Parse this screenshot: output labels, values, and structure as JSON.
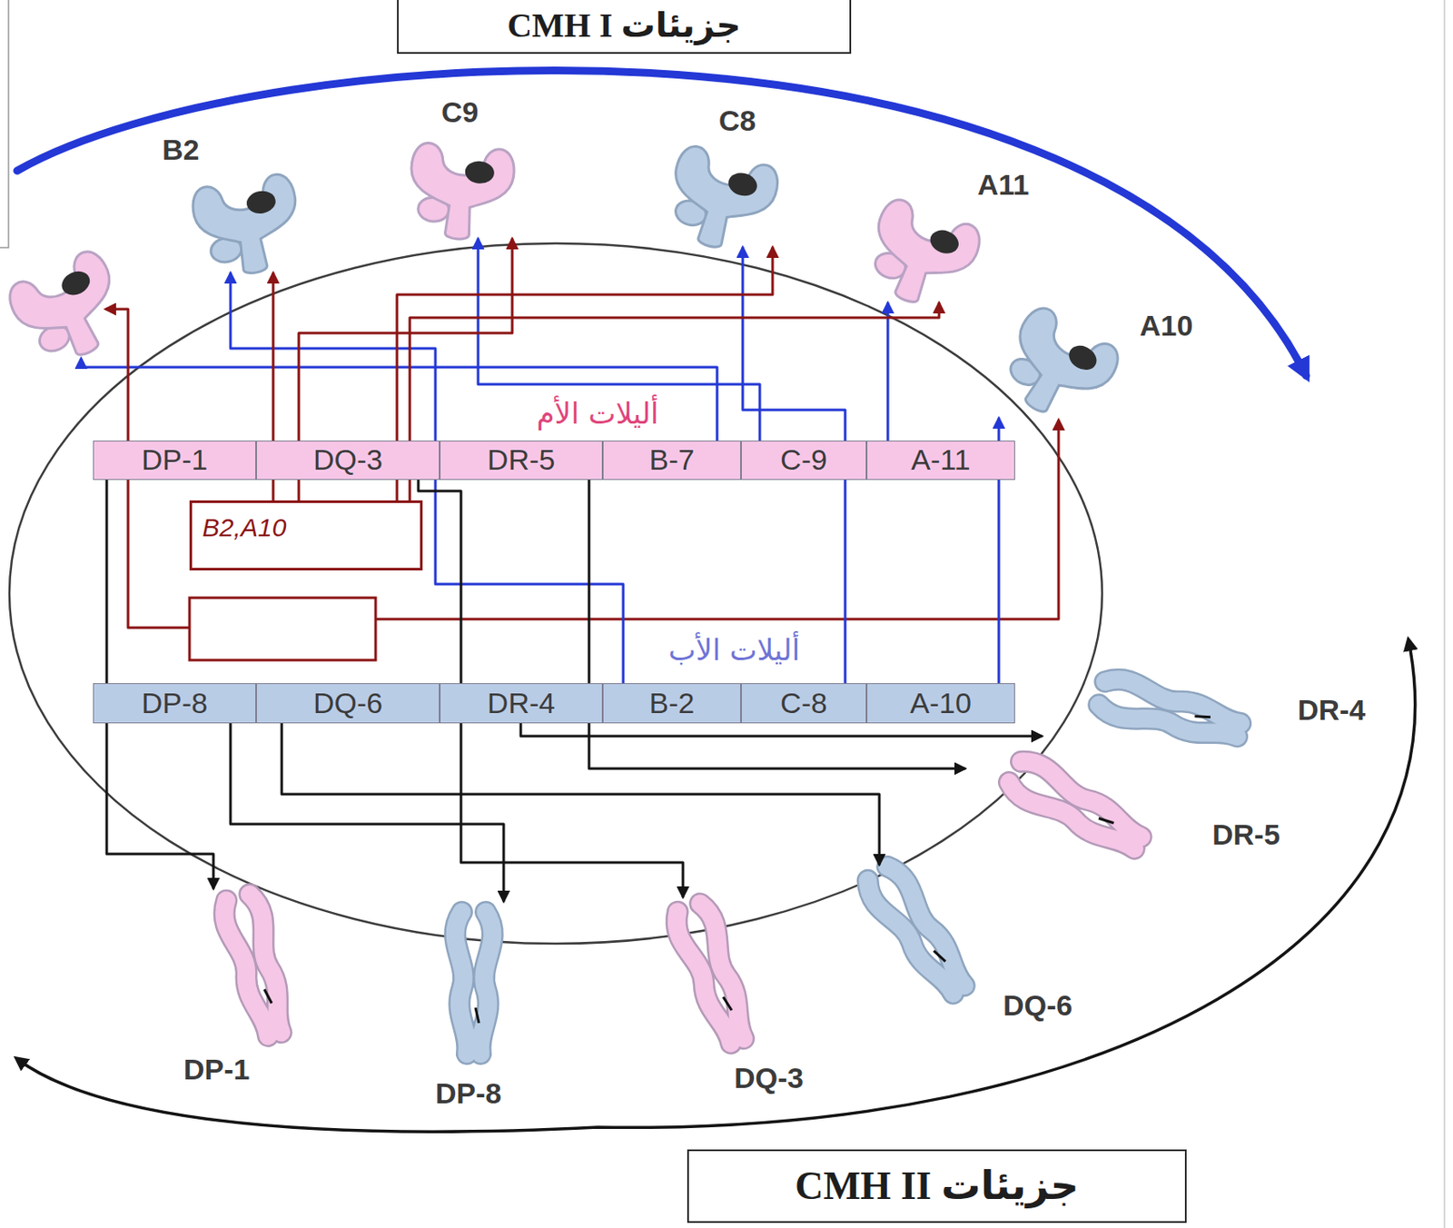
{
  "diagram": {
    "nodes": [
      {
        "text": [
          "جزيئات CMH I"
        ]
      },
      {
        "text": [
          "B2"
        ]
      },
      {
        "text": [
          "C9"
        ]
      },
      {
        "text": [
          "C8"
        ]
      },
      {
        "text": [
          "A11"
        ]
      },
      {
        "text": [
          "A10"
        ]
      },
      {
        "text": [
          "DP-1"
        ]
      },
      {
        "text": [
          "DQ-3"
        ]
      },
      {
        "text": [
          "DR-5"
        ]
      },
      {
        "text": [
          "B-7"
        ]
      },
      {
        "text": [
          "C-9"
        ]
      },
      {
        "text": [
          "A-11"
        ]
      },
      {
        "text": [
          "B2,A10"
        ]
      },
      {
        "text": [
          "DP-8"
        ]
      },
      {
        "text": [
          "DQ-6"
        ]
      },
      {
        "text": [
          "DR-4"
        ]
      },
      {
        "text": [
          "B-2"
        ]
      },
      {
        "text": [
          "C-8"
        ]
      },
      {
        "text": [
          "A-10"
        ]
      },
      {
        "text": [
          "DP-1"
        ]
      },
      {
        "text": [
          "DP-8"
        ]
      },
      {
        "text": [
          "DQ-3"
        ]
      },
      {
        "text": [
          "DQ-6"
        ]
      },
      {
        "text": [
          "DR-5"
        ]
      },
      {
        "text": [
          "DR-4"
        ]
      },
      {
        "text": [
          "جزيئات CMH II"
        ]
      }
    ],
    "edges": [
      {
        "from": 16,
        "to": 1,
        "arrow": "to"
      },
      {
        "from": 10,
        "to": 2,
        "arrow": "to"
      },
      {
        "from": 17,
        "to": 3,
        "arrow": "to"
      },
      {
        "from": 11,
        "to": 4,
        "arrow": "to"
      },
      {
        "from": 18,
        "to": 5,
        "arrow": "to"
      },
      {
        "from": 12,
        "to": 1,
        "arrow": "to"
      },
      {
        "from": 12,
        "to": 2,
        "arrow": "to"
      },
      {
        "from": 12,
        "to": 3,
        "arrow": "to"
      },
      {
        "from": 12,
        "to": 4,
        "arrow": "to"
      },
      {
        "from": 6,
        "to": 19,
        "arrow": "to"
      },
      {
        "from": 13,
        "to": 20,
        "arrow": "to"
      },
      {
        "from": 7,
        "to": 21,
        "arrow": "to"
      },
      {
        "from": 14,
        "to": 22,
        "arrow": "to"
      },
      {
        "from": 8,
        "to": 23,
        "arrow": "to"
      },
      {
        "from": 15,
        "to": 24,
        "arrow": "to"
      }
    ],
    "labels": [
      "أليلات الأم",
      "أليلات الأب"
    ]
  }
}
